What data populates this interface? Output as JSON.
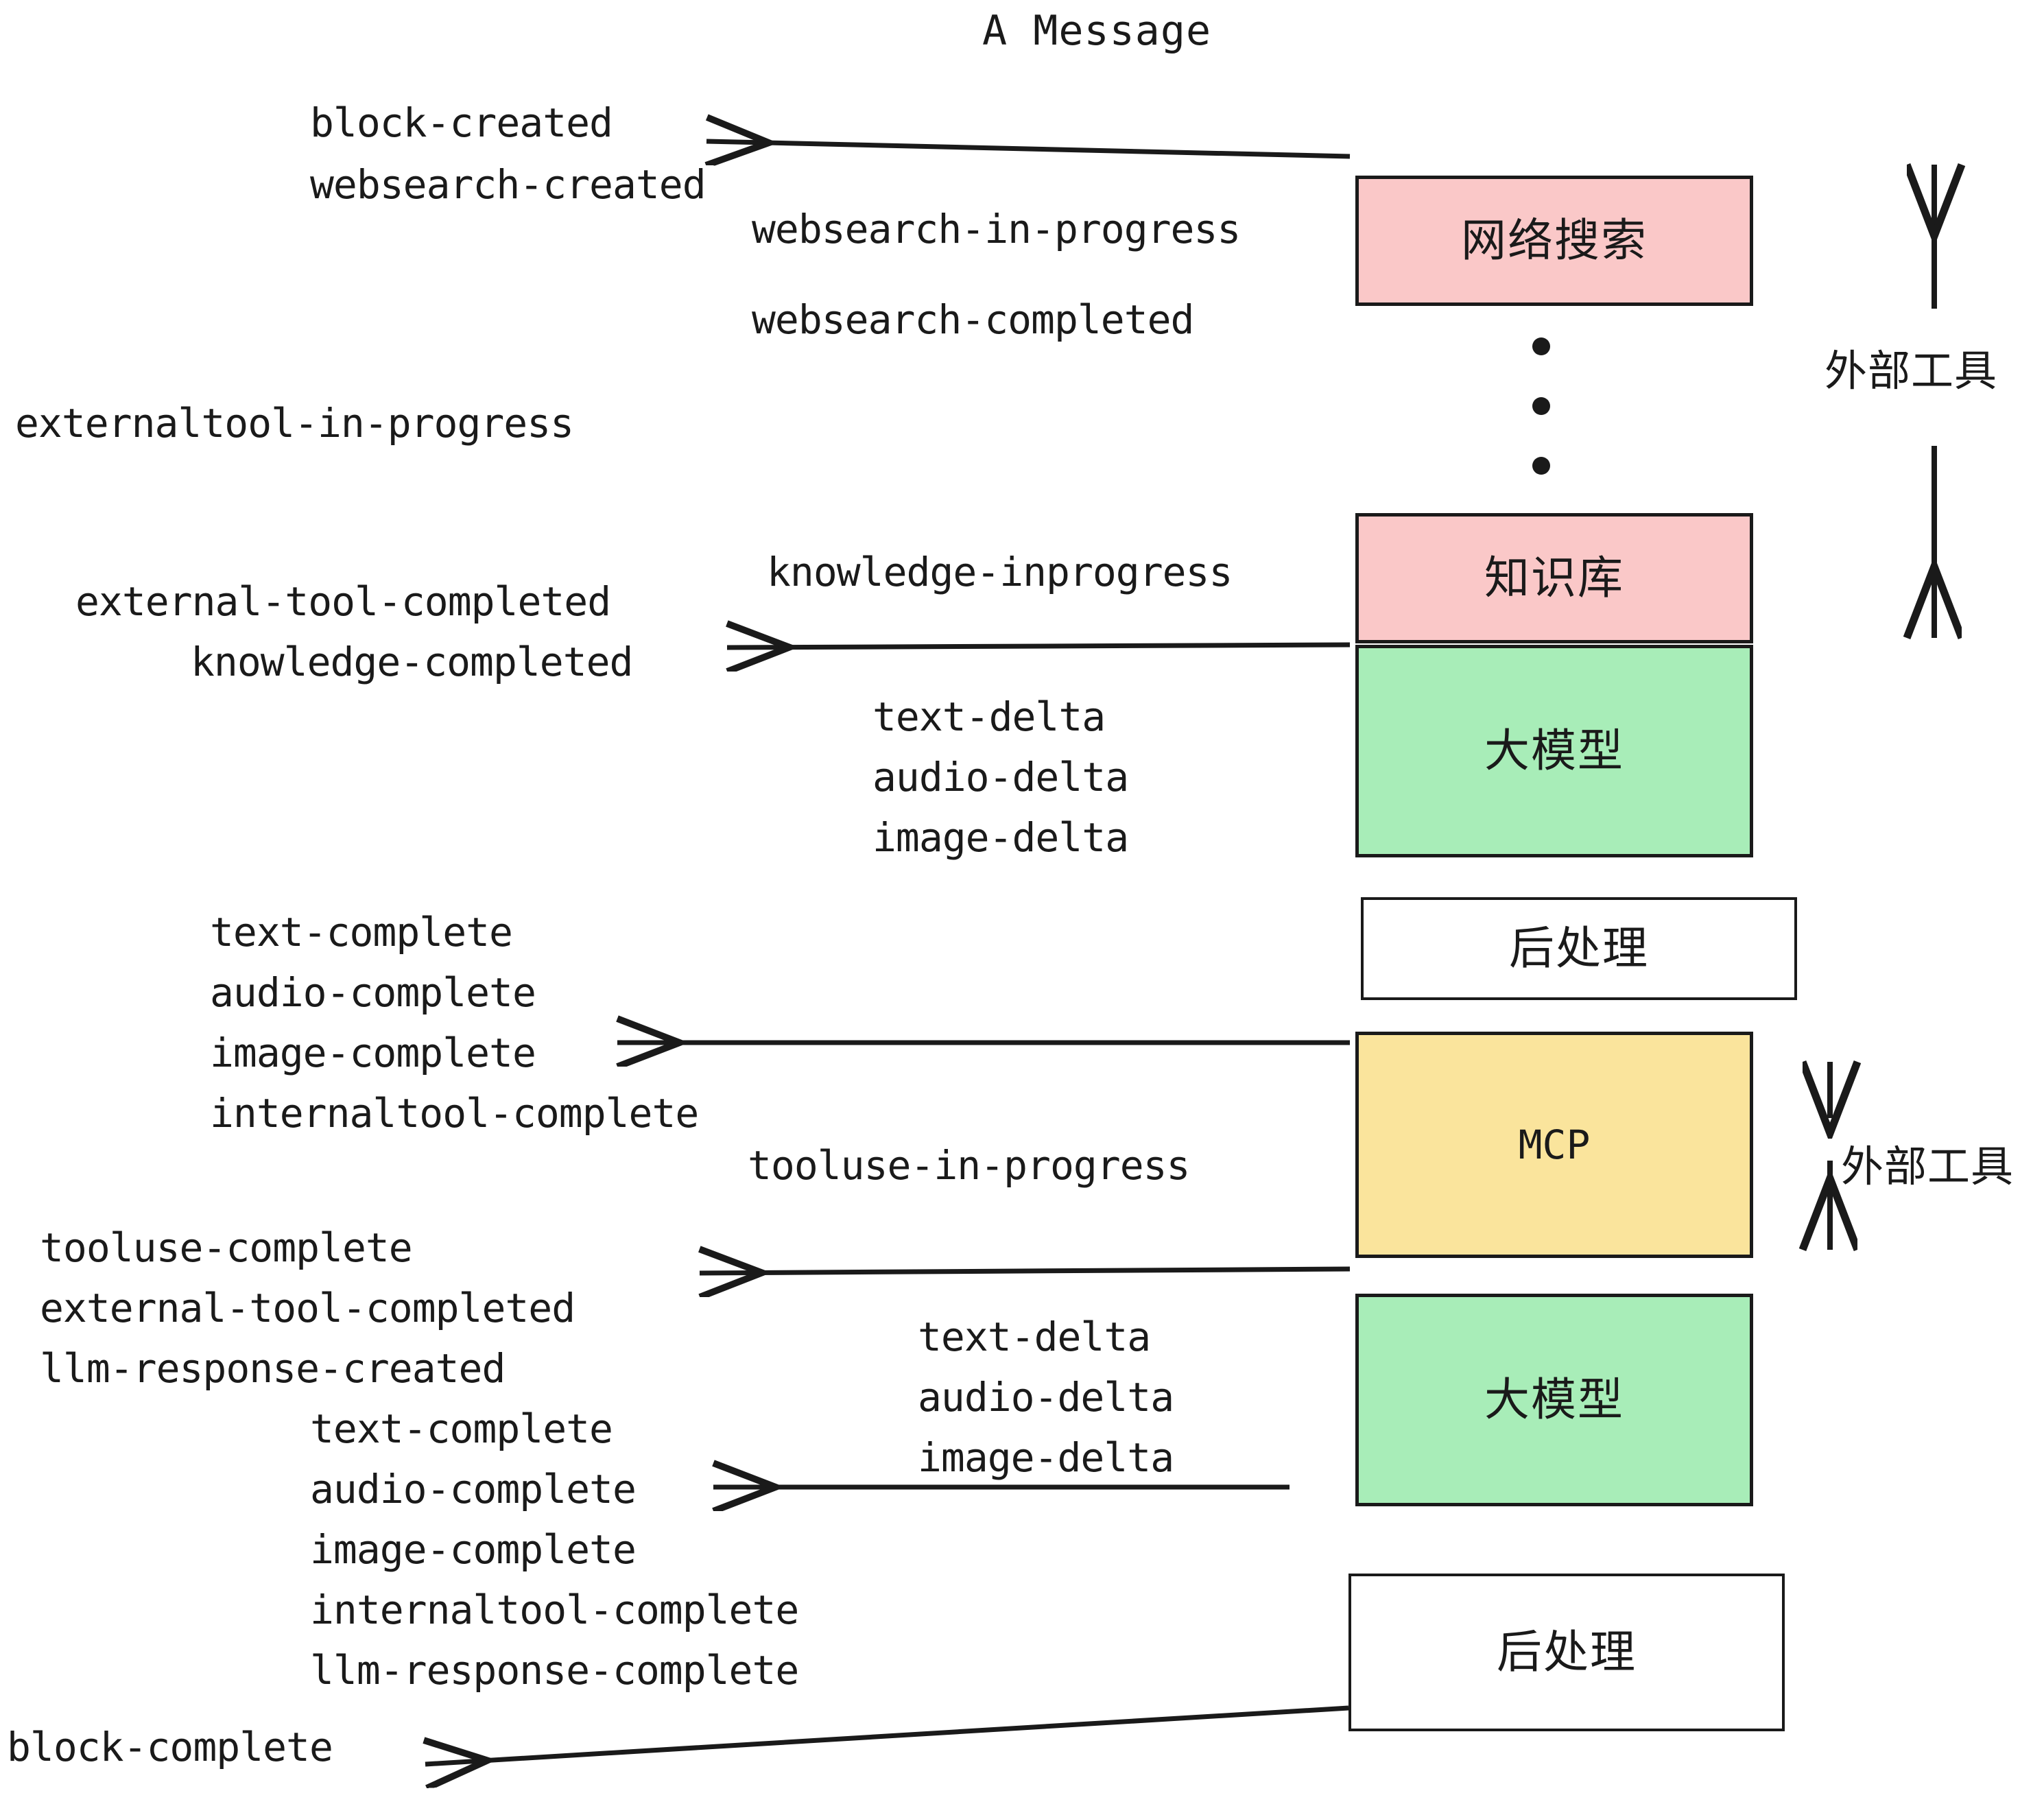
{
  "title": "A Message",
  "colors": {
    "pink": "#FAC8C8",
    "green": "#A8EDB8",
    "yellow": "#FAE49C",
    "white": "#FFFFFF",
    "stroke": "#1A1A1A",
    "text": "#1A1A1A"
  },
  "nodes": [
    {
      "id": "websearch",
      "label": "网络搜索",
      "color": "pink"
    },
    {
      "id": "knowledge",
      "label": "知识库",
      "color": "pink"
    },
    {
      "id": "llm-1",
      "label": "大模型",
      "color": "green"
    },
    {
      "id": "postprocess-1",
      "label": "后处理",
      "color": "white"
    },
    {
      "id": "mcp",
      "label": "MCP",
      "color": "yellow"
    },
    {
      "id": "llm-2",
      "label": "大模型",
      "color": "green"
    },
    {
      "id": "postprocess-2",
      "label": "后处理",
      "color": "white"
    }
  ],
  "side_labels": [
    {
      "id": "external-tools-top",
      "label": "外部工具"
    },
    {
      "id": "external-tools-bottom",
      "label": "外部工具"
    }
  ],
  "events": {
    "block_created": "block-created",
    "websearch_created": "websearch-created",
    "websearch_in_progress": "websearch-in-progress",
    "websearch_completed": "websearch-completed",
    "externaltool_in_progress": "externaltool-in-progress",
    "knowledge_inprogress": "knowledge-inprogress",
    "external_tool_completed_1": "external-tool-completed",
    "knowledge_completed": "knowledge-completed",
    "text_delta_1": "text-delta",
    "audio_delta_1": "audio-delta",
    "image_delta_1": "image-delta",
    "text_complete_1": "text-complete",
    "audio_complete_1": "audio-complete",
    "image_complete_1": "image-complete",
    "internaltool_complete_1": "internaltool-complete",
    "tooluse_in_progress": "tooluse-in-progress",
    "tooluse_complete": "tooluse-complete",
    "external_tool_completed_2": "external-tool-completed",
    "llm_response_created": "llm-response-created",
    "text_delta_2": "text-delta",
    "audio_delta_2": "audio-delta",
    "image_delta_2": "image-delta",
    "text_complete_2": "text-complete",
    "audio_complete_2": "audio-complete",
    "image_complete_2": "image-complete",
    "internaltool_complete_2": "internaltool-complete",
    "llm_response_complete": "llm-response-complete",
    "block_complete": "block-complete"
  }
}
